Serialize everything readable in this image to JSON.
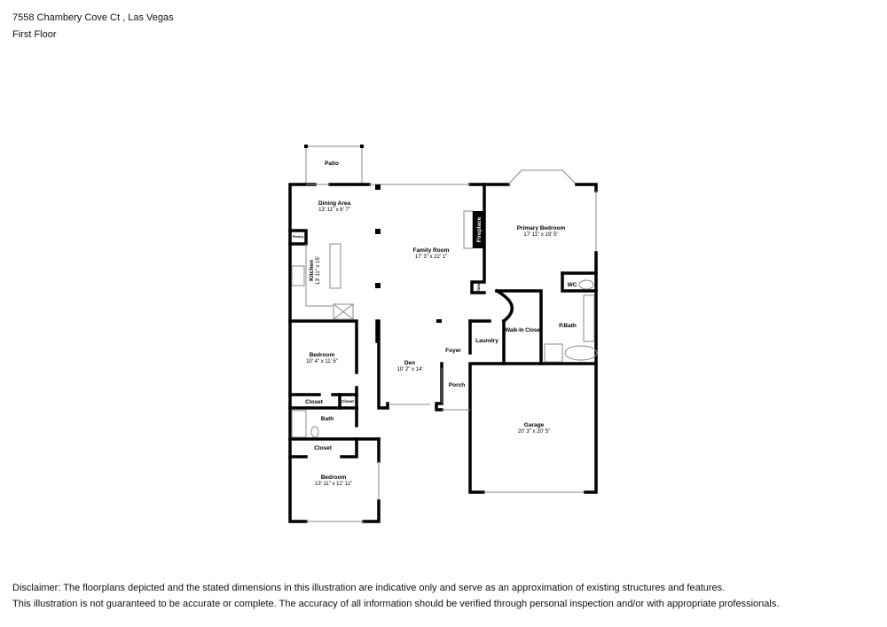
{
  "header": {
    "address": "7558 Chambery Cove Ct , Las Vegas",
    "floor": "First Floor"
  },
  "rooms": {
    "patio": {
      "name": "Patio"
    },
    "dining": {
      "name": "Dining Area",
      "dims": "13' 11\" x 6' 7\""
    },
    "pantry": {
      "name": "Pantry"
    },
    "kitchen": {
      "name": "Kitchen",
      "dims": "13' 11\" x 15'"
    },
    "family": {
      "name": "Family Room",
      "dims": "17' 3\" x 22' 1\""
    },
    "fireplace": {
      "name": "Fireplace"
    },
    "primary": {
      "name": "Primary Bedroom",
      "dims": "17' 11\" x 19' 5\""
    },
    "closet_fr": {
      "name": "Closet"
    },
    "wc": {
      "name": "WC"
    },
    "pbath": {
      "name": "P.Bath"
    },
    "walkin": {
      "name": "Walk-In Closet"
    },
    "laundry": {
      "name": "Laundry"
    },
    "foyer": {
      "name": "Foyer"
    },
    "porch": {
      "name": "Porch"
    },
    "den": {
      "name": "Den",
      "dims": "10' 2\" x 14'"
    },
    "bedroom1": {
      "name": "Bedroom",
      "dims": "10' 4\" x 11' 5\""
    },
    "closet1": {
      "name": "Closet"
    },
    "closet_small": {
      "name": "Closet"
    },
    "bath": {
      "name": "Bath"
    },
    "closet2": {
      "name": "Closet"
    },
    "bedroom2": {
      "name": "Bedroom",
      "dims": "13' 11\" x 12' 11\""
    },
    "garage": {
      "name": "Garage",
      "dims": "20' 3\" x 20' 5\""
    }
  },
  "disclaimer": {
    "line1": "Disclaimer: The floorplans depicted and the stated dimensions in this illustration are indicative only and serve as an approximation of existing structures and features.",
    "line2": "This illustration is not guaranteed to be accurate or complete. The accuracy of all information should be verified through personal inspection and/or with appropriate professionals."
  }
}
